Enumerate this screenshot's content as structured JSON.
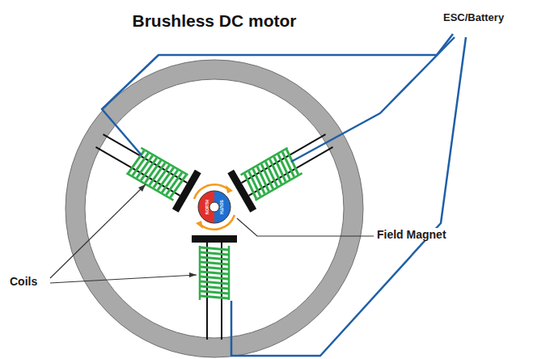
{
  "diagram": {
    "title": "Brushless DC motor",
    "labels": [
      "ESC/Battery",
      "Field Magnet",
      "Coils",
      "NORTH",
      "SOUTH"
    ]
  }
}
